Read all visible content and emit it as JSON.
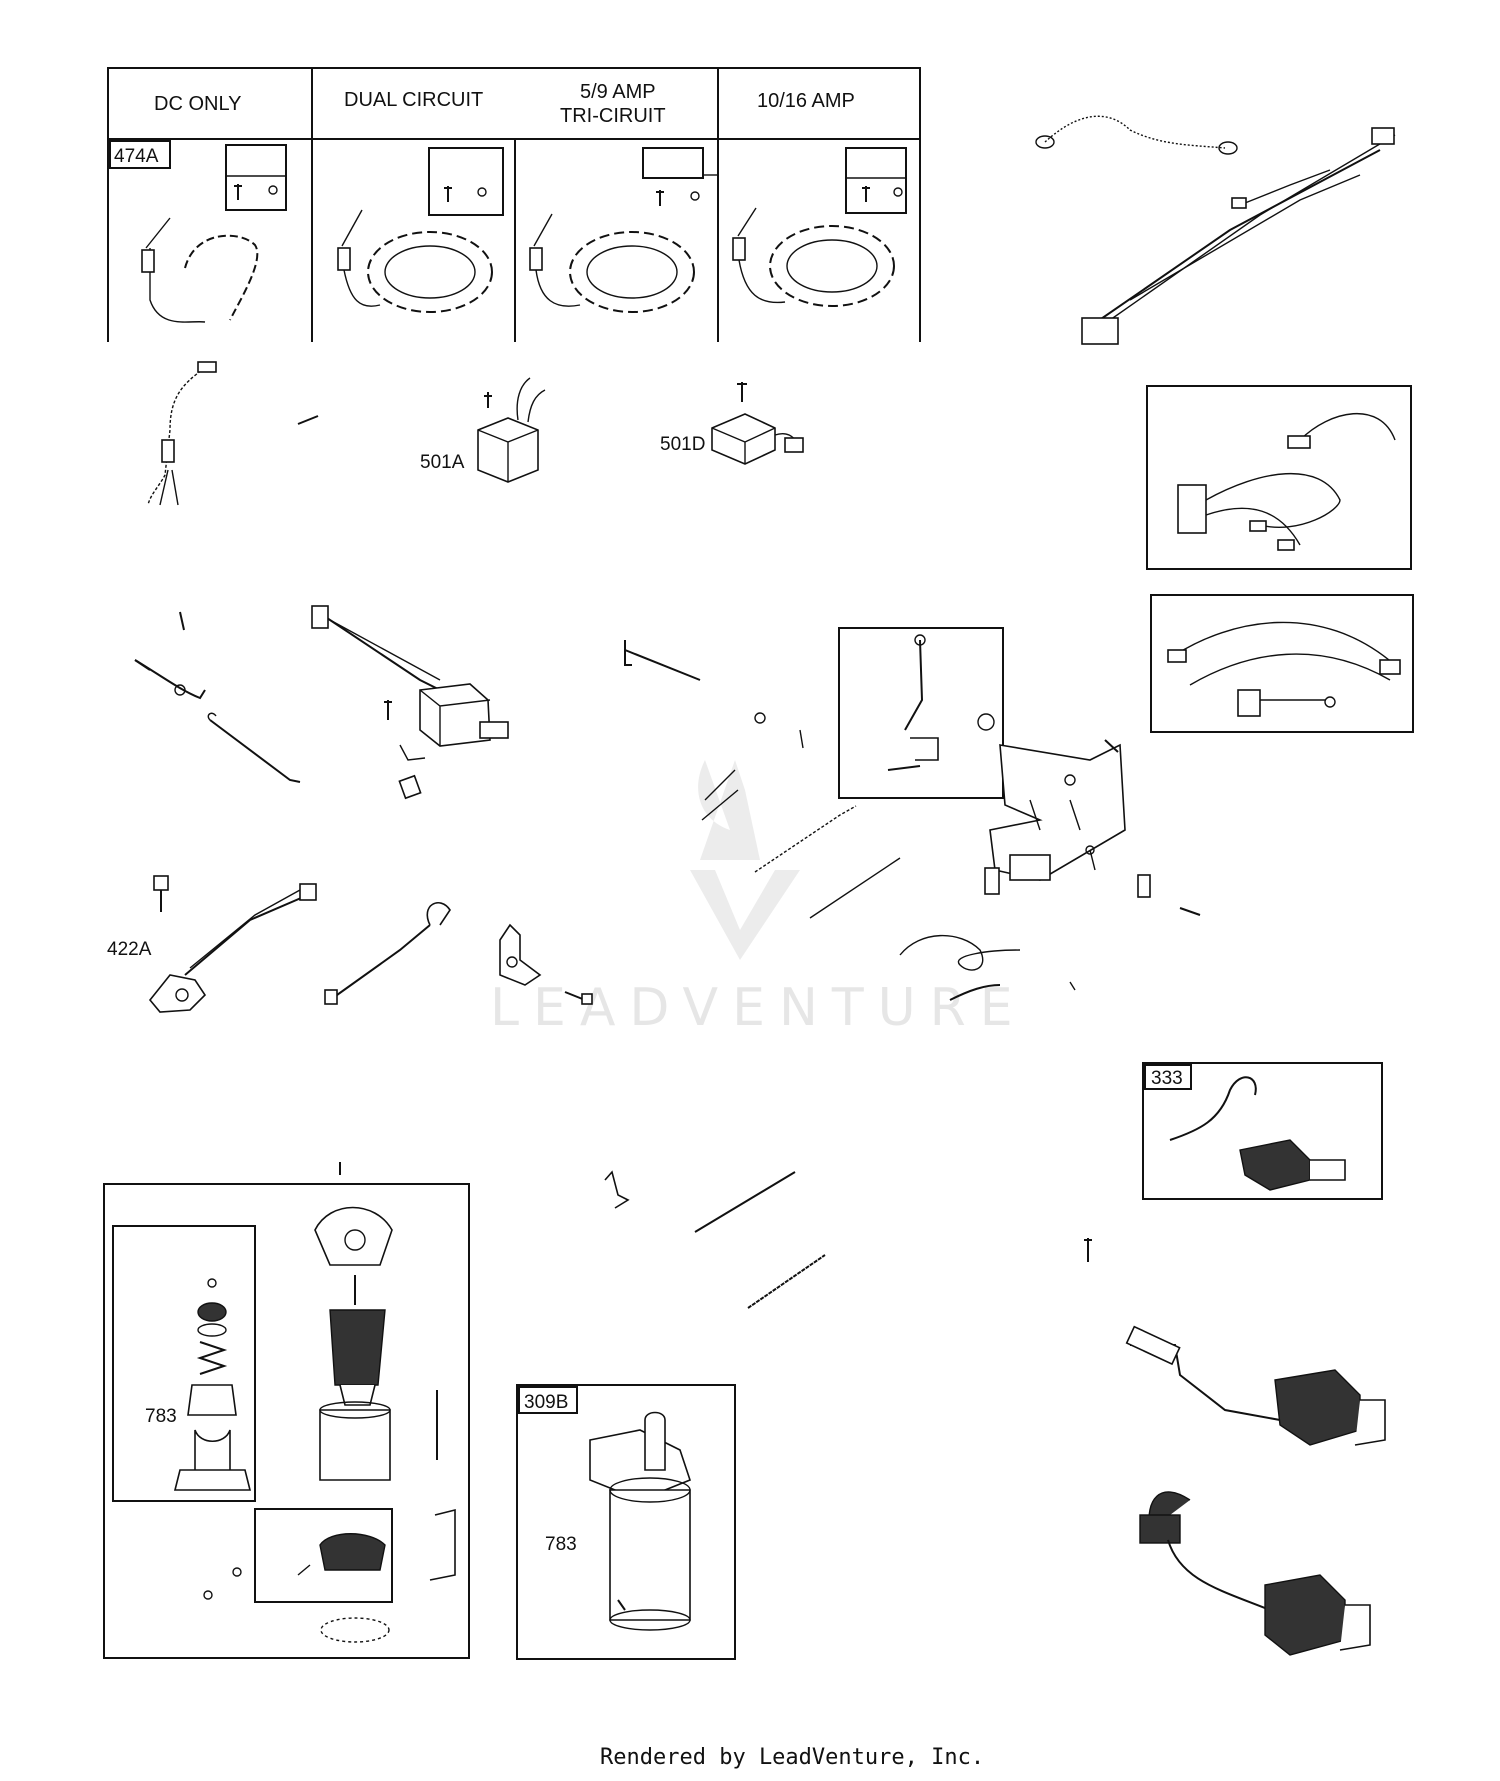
{
  "header": {
    "columns": [
      "DC ONLY",
      "DUAL CIRCUIT",
      "5/9    AMP",
      "TRI-CIRUIT",
      "10/16 AMP"
    ]
  },
  "callouts": {
    "alternator_box": "474A",
    "regulator_left": "501A",
    "regulator_right": "501D",
    "cable_assembly": "422A",
    "ignition_box": "333",
    "starter_box": "309B",
    "drive_kit_left": "783",
    "drive_kit_right": "783"
  },
  "watermark": "LEADVENTURE",
  "footer": "Rendered by LeadVenture, Inc."
}
